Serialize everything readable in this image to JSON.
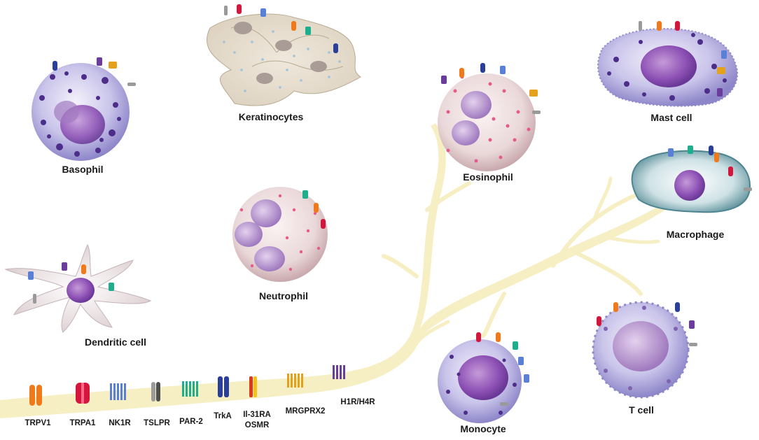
{
  "cells": {
    "basophil": "Basophil",
    "keratinocytes": "Keratinocytes",
    "mast_cell": "Mast cell",
    "eosinophil": "Eosinophil",
    "macrophage": "Macrophage",
    "neutrophil": "Neutrophil",
    "dendritic_cell": "Dendritic cell",
    "monocyte": "Monocyte",
    "t_cell": "T cell"
  },
  "receptors": [
    {
      "id": "trpv1",
      "label": "TRPV1",
      "label2": "",
      "icon": "orange-channel-icon",
      "color": "#f07a1a"
    },
    {
      "id": "trpa1",
      "label": "TRPA1",
      "label2": "",
      "icon": "red-channel-icon",
      "color": "#d4163c"
    },
    {
      "id": "nk1r",
      "label": "NK1R",
      "label2": "",
      "icon": "blue-coil-icon",
      "color": "#5a7fd6"
    },
    {
      "id": "tslpr",
      "label": "TSLPR",
      "label2": "",
      "icon": "grey-rod-icon",
      "color": "#9a9a9a"
    },
    {
      "id": "par2",
      "label": "PAR-2",
      "label2": "",
      "icon": "teal-coil-icon",
      "color": "#1fae8c"
    },
    {
      "id": "trka",
      "label": "TrkA",
      "label2": "",
      "icon": "navy-pair-icon",
      "color": "#2a3f9a"
    },
    {
      "id": "il31ra",
      "label": "Il-31RA",
      "label2": "OSMR",
      "icon": "red-yellow-pair-icon",
      "color": "#d93a1a"
    },
    {
      "id": "mrgprx2",
      "label": "MRGPRX2",
      "label2": "",
      "icon": "gold-coil-icon",
      "color": "#e3a11c"
    },
    {
      "id": "h1r",
      "label": "H1R/H4R",
      "label2": "",
      "icon": "purple-coil-icon",
      "color": "#6a3c9c"
    }
  ]
}
